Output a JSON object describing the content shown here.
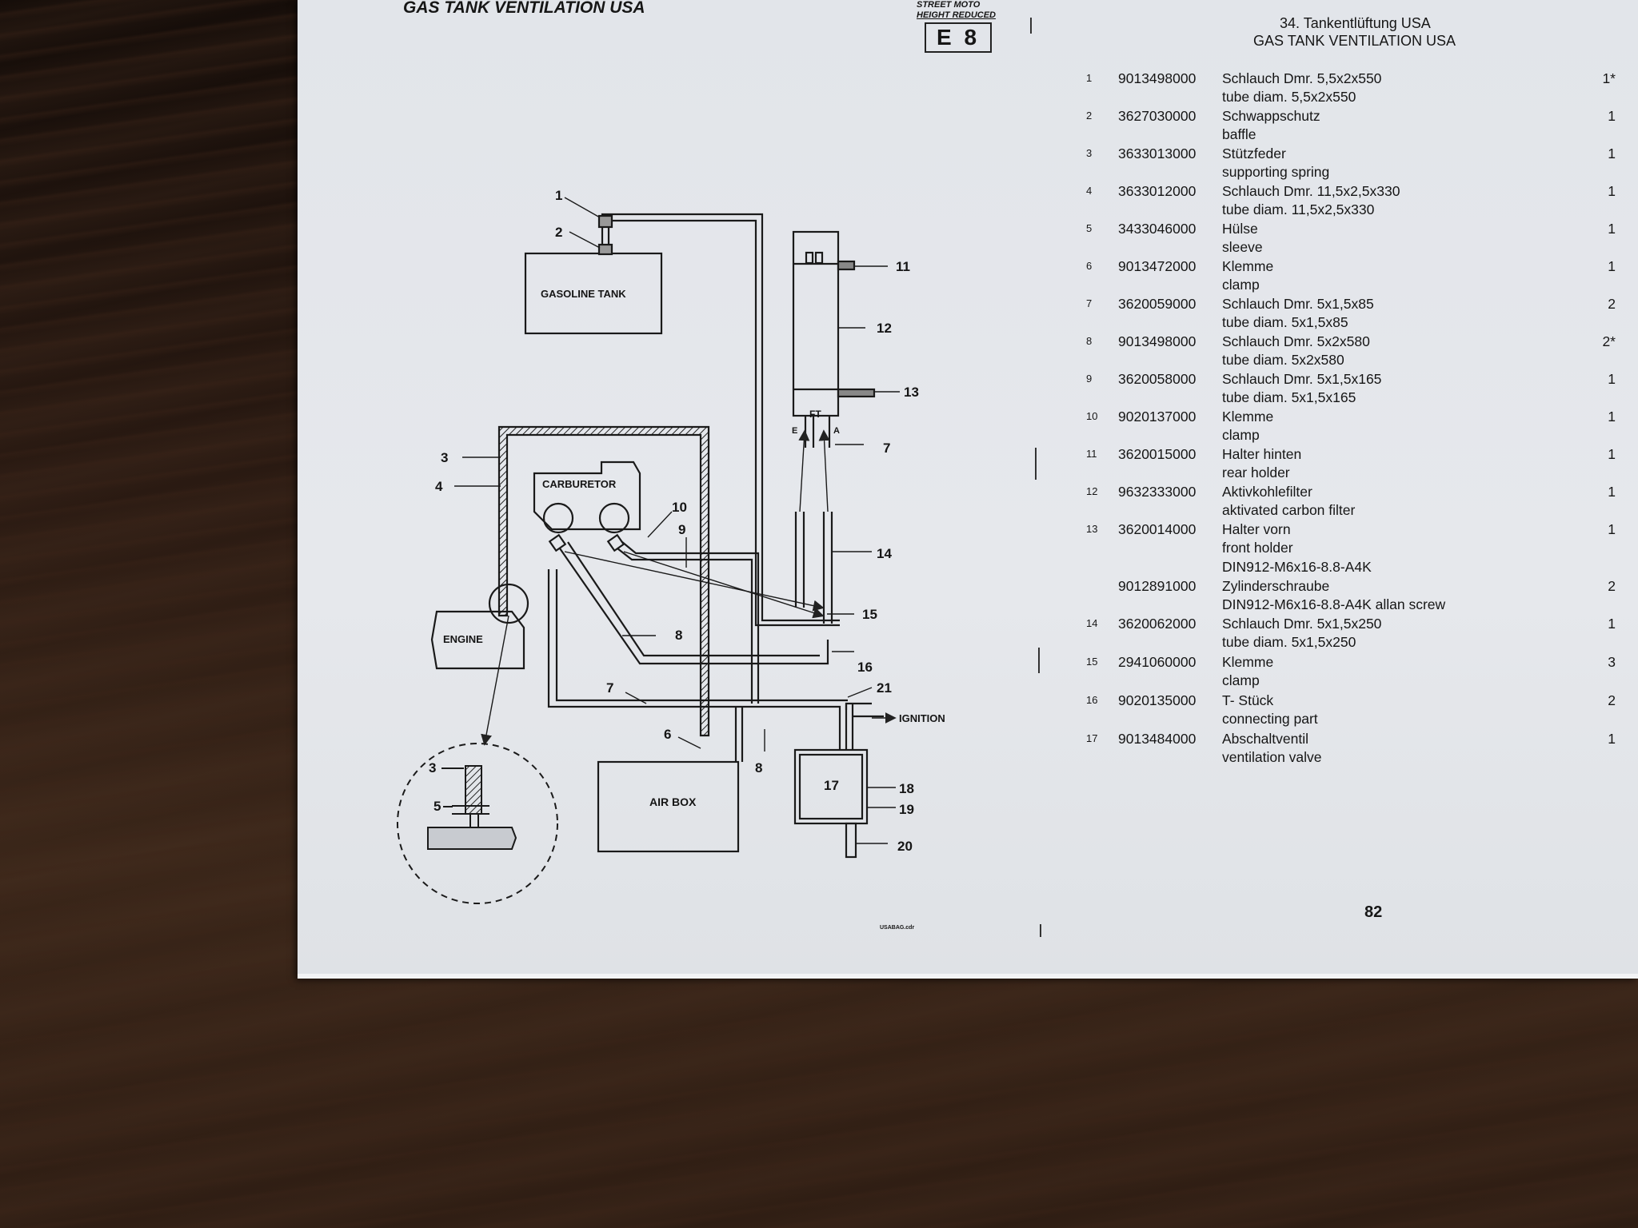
{
  "diagram": {
    "title": "GAS TANK VENTILATION USA",
    "variant_line1": "STREET MOTO",
    "variant_line2": "HEIGHT REDUCED",
    "section_code": "E 8",
    "labels": {
      "gasoline_tank": "GASOLINE TANK",
      "carburetor": "CARBURETOR",
      "engine": "ENGINE",
      "air_box": "AIR BOX",
      "ignition": "IGNITION",
      "ft": "FT",
      "e": "E",
      "a": "A"
    },
    "callouts": [
      "1",
      "2",
      "3",
      "4",
      "5",
      "6",
      "7",
      "8",
      "9",
      "10",
      "11",
      "12",
      "13",
      "14",
      "15",
      "16",
      "17",
      "18",
      "19",
      "20",
      "21"
    ],
    "file_name": "USABAG.cdr"
  },
  "parts_list": {
    "title_de": "34. Tankentlüftung USA",
    "title_en": "GAS TANK VENTILATION USA",
    "rows": [
      {
        "pos": "1",
        "nr": "9013498000",
        "de": "Schlauch Dmr. 5,5x2x550",
        "en": "tube diam. 5,5x2x550",
        "qty": "1*"
      },
      {
        "pos": "2",
        "nr": "3627030000",
        "de": "Schwappschutz",
        "en": "baffle",
        "qty": "1"
      },
      {
        "pos": "3",
        "nr": "3633013000",
        "de": "Stützfeder",
        "en": "supporting spring",
        "qty": "1"
      },
      {
        "pos": "4",
        "nr": "3633012000",
        "de": "Schlauch Dmr. 11,5x2,5x330",
        "en": "tube diam. 11,5x2,5x330",
        "qty": "1"
      },
      {
        "pos": "5",
        "nr": "3433046000",
        "de": "Hülse",
        "en": "sleeve",
        "qty": "1"
      },
      {
        "pos": "6",
        "nr": "9013472000",
        "de": "Klemme",
        "en": "clamp",
        "qty": "1"
      },
      {
        "pos": "7",
        "nr": "3620059000",
        "de": "Schlauch Dmr. 5x1,5x85",
        "en": "tube diam. 5x1,5x85",
        "qty": "2"
      },
      {
        "pos": "8",
        "nr": "9013498000",
        "de": "Schlauch Dmr. 5x2x580",
        "en": "tube diam. 5x2x580",
        "qty": "2*"
      },
      {
        "pos": "9",
        "nr": "3620058000",
        "de": "Schlauch Dmr. 5x1,5x165",
        "en": "tube diam. 5x1,5x165",
        "qty": "1"
      },
      {
        "pos": "10",
        "nr": "9020137000",
        "de": "Klemme",
        "en": "clamp",
        "qty": "1"
      },
      {
        "pos": "11",
        "nr": "3620015000",
        "de": "Halter hinten",
        "en": "rear holder",
        "qty": "1"
      },
      {
        "pos": "12",
        "nr": "9632333000",
        "de": "Aktivkohlefilter",
        "en": "aktivated carbon filter",
        "qty": "1"
      },
      {
        "pos": "13",
        "nr": "3620014000",
        "de": "Halter vorn",
        "en": "front holder",
        "qty": "1"
      },
      {
        "pos": "",
        "nr": "",
        "de": "DIN912-M6x16-8.8-A4K",
        "en": "",
        "qty": ""
      },
      {
        "pos": "",
        "nr": "9012891000",
        "de": "Zylinderschraube",
        "en": "DIN912-M6x16-8.8-A4K  allan screw",
        "qty": "2"
      },
      {
        "pos": "14",
        "nr": "3620062000",
        "de": "Schlauch Dmr. 5x1,5x250",
        "en": "tube diam. 5x1,5x250",
        "qty": "1"
      },
      {
        "pos": "15",
        "nr": "2941060000",
        "de": "Klemme",
        "en": "clamp",
        "qty": "3"
      },
      {
        "pos": "16",
        "nr": "9020135000",
        "de": "T- Stück",
        "en": "connecting part",
        "qty": "2"
      },
      {
        "pos": "17",
        "nr": "9013484000",
        "de": "Abschaltventil",
        "en": "ventilation valve",
        "qty": "1"
      }
    ]
  },
  "page_number": "82"
}
